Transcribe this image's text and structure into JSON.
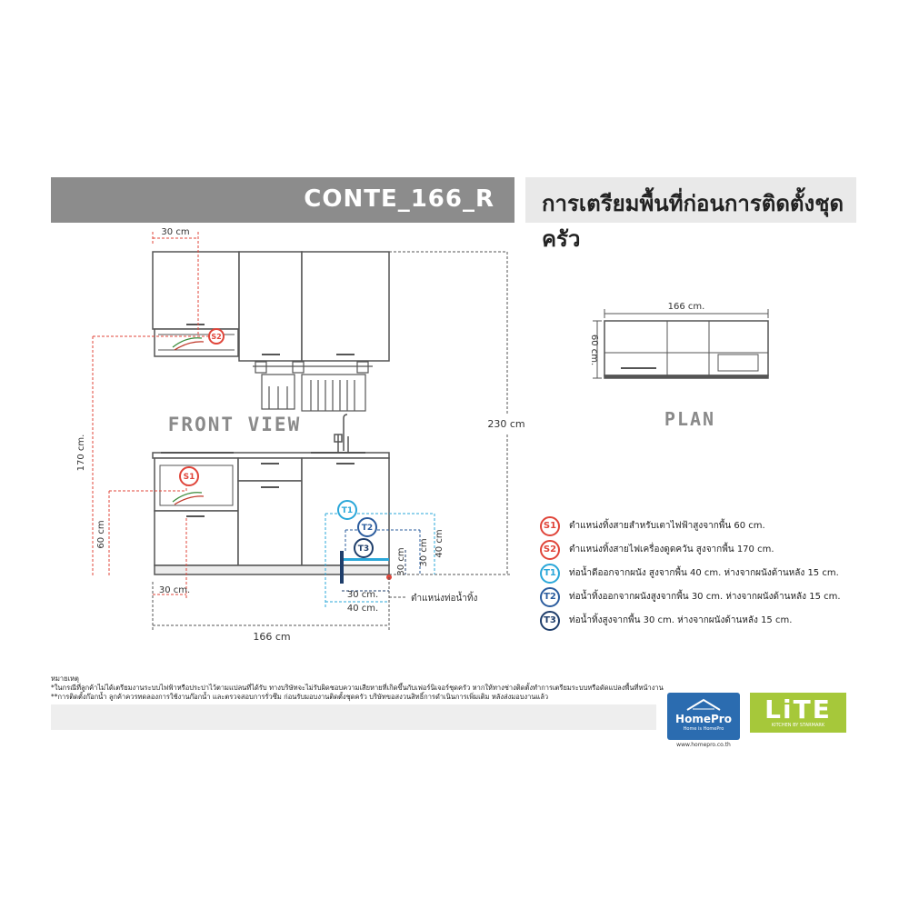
{
  "header": {
    "model": "CONTE_166_R",
    "title": "การเตรียมพื้นที่ก่อนการติดตั้งชุดครัว"
  },
  "front_view": {
    "label": "FRONT VIEW",
    "dim_top_s2": "30 cm",
    "dim_height_s2": "170 cm.",
    "dim_total_height": "230 cm",
    "dim_height_s1": "60 cm",
    "dim_s1_side": "30 cm.",
    "dim_width": "166 cm",
    "dim_t1_height": "40 cm",
    "dim_t2_height": "30 cm",
    "dim_t3_height": "30 cm",
    "dim_t3_width": "30 cm.",
    "dim_t1_width": "40 cm.",
    "pipe_label": "ตำแหน่งท่อน้ำทิ้ง",
    "markers": {
      "s1": "S1",
      "s2": "S2",
      "t1": "T1",
      "t2": "T2",
      "t3": "T3"
    }
  },
  "plan": {
    "label": "PLAN",
    "dim_width": "166 cm.",
    "dim_depth": "60 cm."
  },
  "legend": [
    {
      "badge": "S1",
      "color": "#e0453a",
      "text": "ตำแหน่งทิ้งสายสำหรับเตาไฟฟ้าสูงจากพื้น 60 cm."
    },
    {
      "badge": "S2",
      "color": "#e0453a",
      "text": "ตำแหน่งทิ้งสายไฟเครื่องดูดควัน สูงจากพื้น 170 cm."
    },
    {
      "badge": "T1",
      "color": "#2aa7d9",
      "text": "ท่อน้ำดีออกจากผนัง สูงจากพื้น 40 cm. ห่างจากผนังด้านหลัง 15 cm."
    },
    {
      "badge": "T2",
      "color": "#2b5c9e",
      "text": "ท่อน้ำทิ้งออกจากผนังสูงจากพื้น 30 cm. ห่างจากผนังด้านหลัง 15 cm."
    },
    {
      "badge": "T3",
      "color": "#1f3e6b",
      "text": "ท่อน้ำทิ้งสูงจากพื้น 30 cm. ห่างจากผนังด้านหลัง 15 cm."
    }
  ],
  "notes": {
    "line1": "หมายเหตุ",
    "line2": "*ในกรณีที่ลูกค้าไม่ได้เตรียมงานระบบไฟฟ้าหรือประปาไว้ตามแปลนที่ได้รับ ทางบริษัทจะไม่รับผิดชอบความเสียหายที่เกิดขึ้นกับเฟอร์นิเจอร์ชุดครัว หากให้ทางช่างติดตั้งทำการเตรียมระบบหรือดัดแปลงพื้นที่หน้างาน",
    "line3": "**การติดตั้งก๊อกน้ำ ลูกค้าควรทดลองการใช้งานก๊อกน้ำ และตรวจสอบการรั่วซึม ก่อนรับมอบงานติดตั้งชุดครัว บริษัทขอสงวนสิทธิ์การดำเนินการเพิ่มเติม หลังส่งมอบงานแล้ว"
  },
  "logos": {
    "homepro_name": "HomePro",
    "homepro_tag": "Home is HomePro",
    "homepro_url": "www.homepro.co.th",
    "lite_name": "LiTE",
    "lite_tag": "KITCHEN BY STARMARK"
  },
  "colors": {
    "red": "#e0453a",
    "cyan": "#2aa7d9",
    "blue": "#2b5c9e",
    "navy": "#1f3e6b",
    "line": "#555555",
    "header_gray": "#8c8c8c"
  }
}
